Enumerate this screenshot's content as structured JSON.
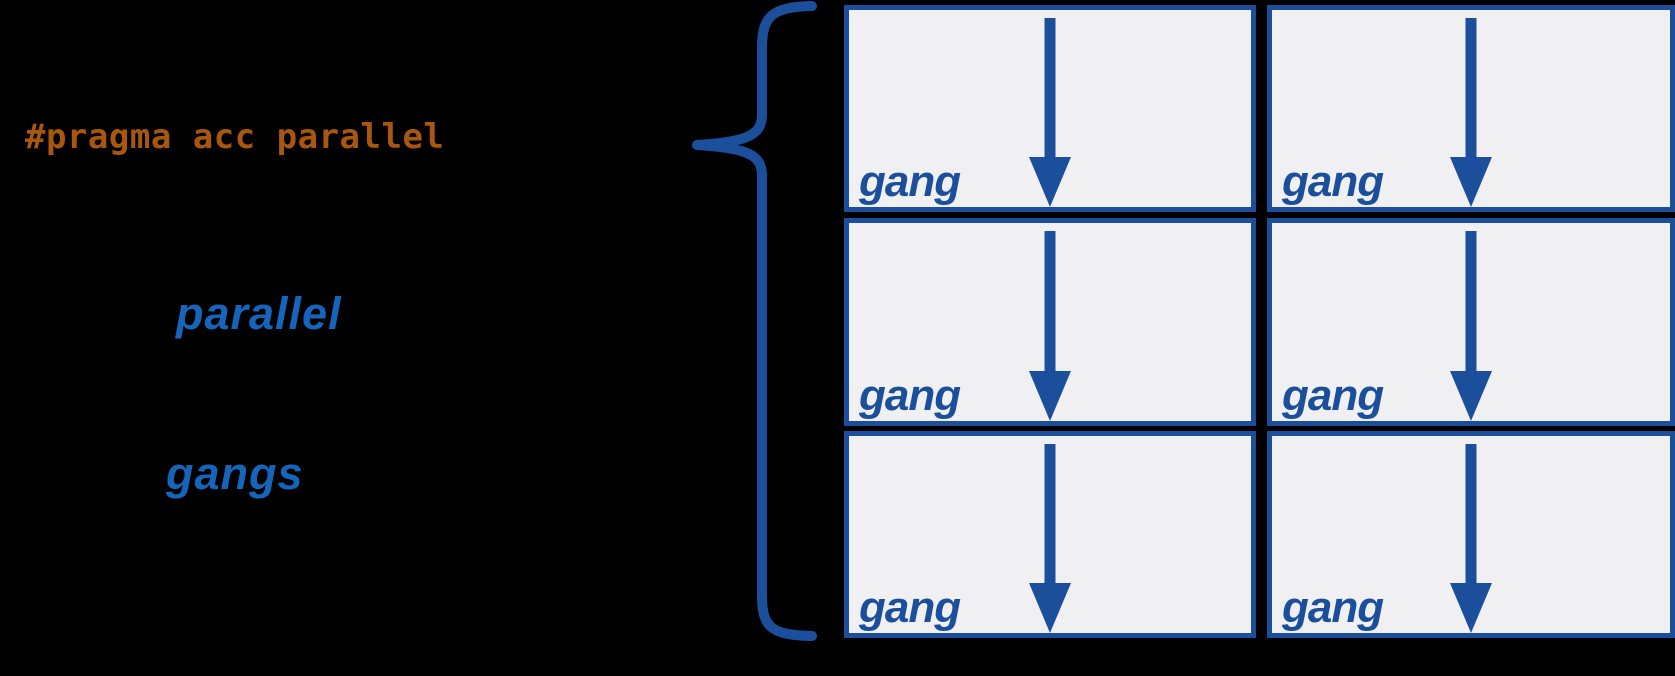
{
  "directive": {
    "code": "#pragma acc parallel"
  },
  "labels": {
    "construct": "parallel",
    "unit": "gangs"
  },
  "grid": {
    "rows": 3,
    "cols": 2,
    "boxes": [
      {
        "label": "gang"
      },
      {
        "label": "gang"
      },
      {
        "label": "gang"
      },
      {
        "label": "gang"
      },
      {
        "label": "gang"
      },
      {
        "label": "gang"
      }
    ]
  },
  "icons": {
    "brace": "left-brace-icon",
    "arrow": "down-arrow-icon"
  },
  "theme": {
    "accent": "#1b4f9c",
    "accent2": "#1565bd",
    "code": "#a9570e",
    "boxfill": "#f0f0f2",
    "bg": "#000000"
  }
}
